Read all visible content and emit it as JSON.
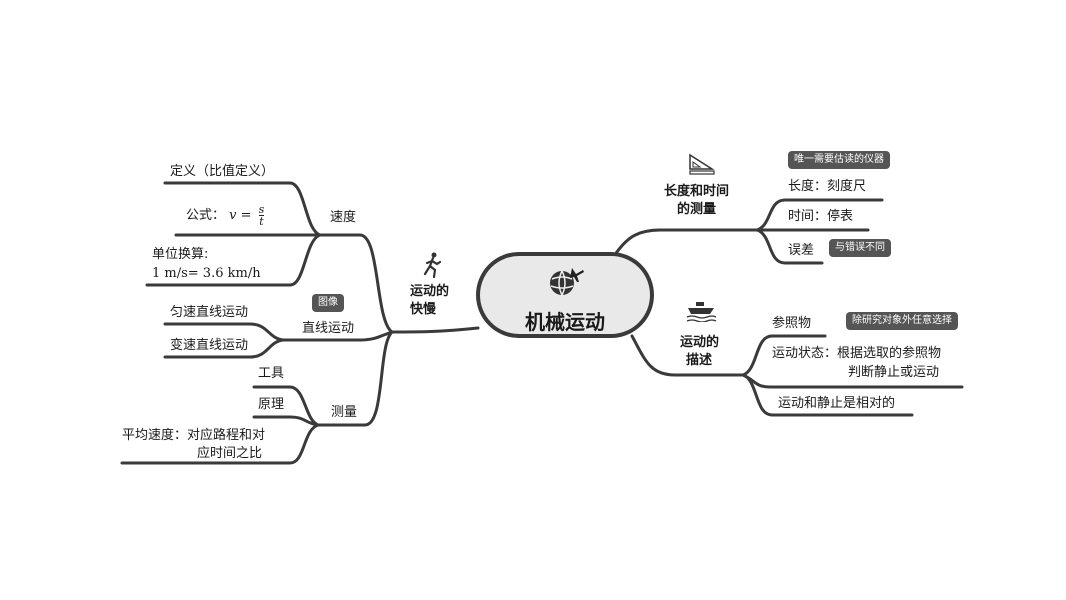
{
  "center": {
    "title": "机械运动",
    "icon": "globe-airplane-icon"
  },
  "left": {
    "title": "运动的快慢",
    "title_lines": [
      "运动的",
      "快慢"
    ],
    "icon": "runner-icon",
    "speed": {
      "label": "速度",
      "children": {
        "definition": "定义（比值定义）",
        "formula_label": "公式：",
        "formula_lhs": "v =",
        "formula_num": "s",
        "formula_den": "t",
        "unit_line1": "单位换算:",
        "unit_line2": "1 m/s= 3.6 km/h"
      }
    },
    "linear": {
      "label": "直线运动",
      "tag": "图像",
      "children": [
        "匀速直线运动",
        "变速直线运动"
      ]
    },
    "measure": {
      "label": "测量",
      "children": {
        "tool": "工具",
        "principle": "原理",
        "avg_line1": "平均速度：对应路程和对",
        "avg_line2": "应时间之比"
      }
    }
  },
  "right_top": {
    "title_lines": [
      "长度和时间",
      "的测量"
    ],
    "icon": "ruler-triangle-icon",
    "children": {
      "length": "长度：刻度尺",
      "length_tag": "唯一需要估读的仪器",
      "time": "时间：停表",
      "error": "误差",
      "error_tag": "与错误不同"
    }
  },
  "right_bottom": {
    "title_lines": [
      "运动的",
      "描述"
    ],
    "icon": "ship-icon",
    "children": {
      "reference": "参照物",
      "reference_tag": "除研究对象外任意选择",
      "state_line1": "运动状态：根据选取的参照物",
      "state_line2": "判断静止或运动",
      "relative": "运动和静止是相对的"
    }
  }
}
